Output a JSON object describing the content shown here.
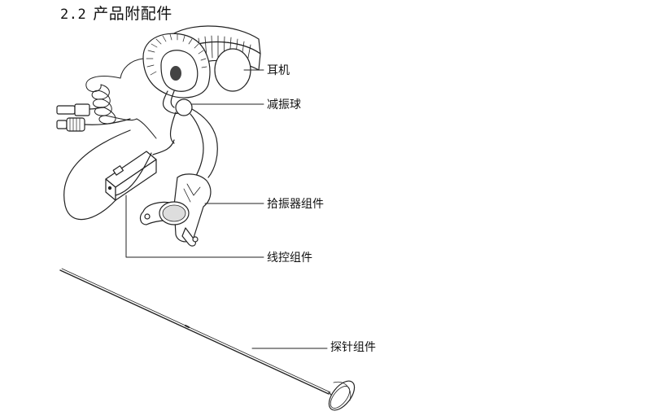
{
  "section": {
    "number": "2.2",
    "title": "产品附配件"
  },
  "labels": {
    "earphone": "耳机",
    "damping_ball": "减振球",
    "pickup": "拾振器组件",
    "wire_control": "线控组件",
    "probe": "探针组件"
  }
}
